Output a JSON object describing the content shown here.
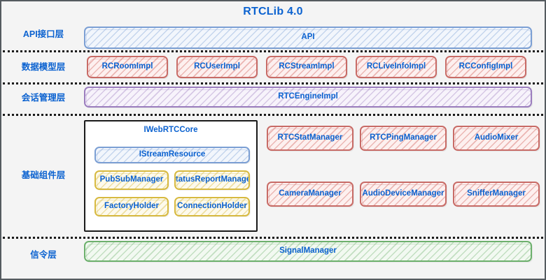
{
  "diagram": {
    "title": "RTCLib 4.0",
    "colors": {
      "title": "#0b62d0",
      "label": "#0b62d0",
      "frame": "#555b60",
      "background": "#f4f4f4",
      "divider": "#1a1a1a",
      "blue": "#7b9fd4",
      "red": "#c86b66",
      "purple": "#9b7dbe",
      "yellow": "#d7b93f",
      "green": "#6cb06c",
      "core_border": "#1a1a1a"
    }
  },
  "layers": [
    {
      "label": "API接口层"
    },
    {
      "label": "数据模型层"
    },
    {
      "label": "会话管理层"
    },
    {
      "label": "基础组件层"
    },
    {
      "label": "信令层"
    }
  ],
  "api_layer": {
    "box": "API"
  },
  "data_model_layer": {
    "boxes": [
      "RCRoomImpl",
      "RCUserImpl",
      "RCStreamImpl",
      "RCLiveInfoImpl",
      "RCConfigImpl"
    ]
  },
  "session_layer": {
    "box": "RTCEngineImpl"
  },
  "component_layer": {
    "core": {
      "title": "IWebRTCCore",
      "stream_resource": "IStreamResource",
      "sub_boxes": [
        "PubSubManager",
        "StatusReportManager",
        "FactoryHolder",
        "ConnectionHolder"
      ]
    },
    "managers": [
      "RTCStatManager",
      "RTCPingManager",
      "AudioMixer",
      "CameraManager",
      "AudioDeviceManager",
      "SnifferManager"
    ]
  },
  "signal_layer": {
    "box": "SignalManager"
  }
}
